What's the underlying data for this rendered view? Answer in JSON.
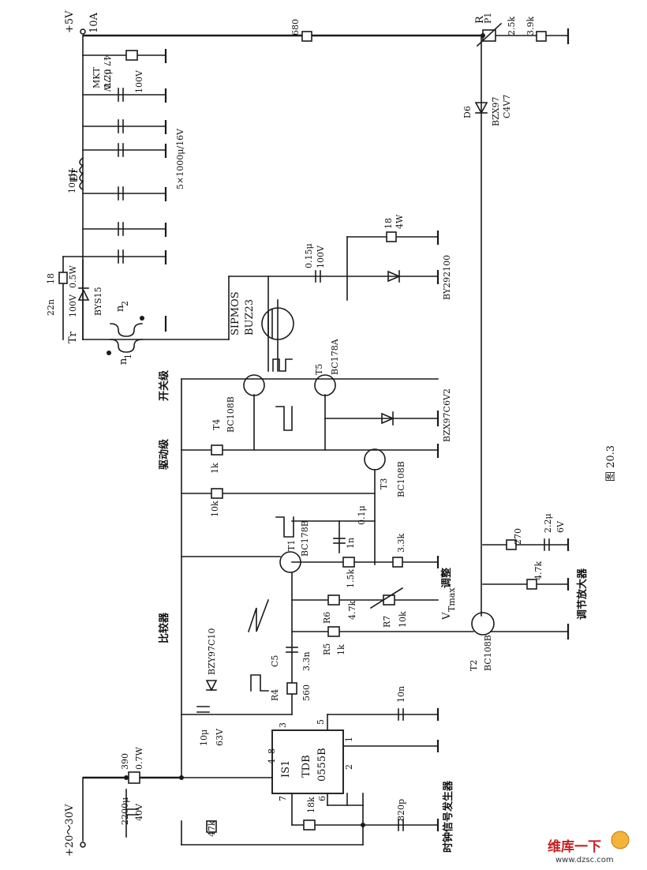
{
  "supply": {
    "plus5v": "+5V",
    "current_10a": "10A",
    "plus_in": "+20～30V"
  },
  "components": {
    "r680": "680",
    "rp1": "R",
    "rp1_sub": "P1",
    "rp1_val": "2.5k",
    "r3k9": "3.9k",
    "r47": "47  0.7W",
    "mkt": "MKT",
    "c2u2": "2.2μ",
    "c2u2_v": "100V",
    "dr": "Dr",
    "dr_val": "10μH",
    "cbank": "5×1000μ/16V",
    "d6": "D6",
    "d6_type": "BZX97",
    "d6_val": "C4V7",
    "c015": "0.15μ",
    "c015_v": "100V",
    "r18w": "18",
    "r18w_p": "4W",
    "bypass_d": "BY292100",
    "r18": "18",
    "c22n": "22n",
    "c22n_v": "100V",
    "r05w": "0.5W",
    "bys15": "BYS15",
    "tr": "Tr",
    "n1": "n",
    "n1_sub": "1",
    "n2": "n",
    "n2_sub": "2",
    "sipmos": "SIPMOS",
    "bu223": "BUZ23",
    "t5": "T5",
    "t5_type": "BC178A",
    "t4": "T4",
    "t4_type": "BC108B",
    "kaiguan": "开关级",
    "zener_drv": "BZX97C6V2",
    "qudong": "驱动级",
    "r1k": "1k",
    "t3": "T3",
    "t3_type": "BC108B",
    "r10k": "10k",
    "c01": "0.1μ",
    "t1": "T1",
    "t1_type": "BC178B",
    "c1n": "1n",
    "r33k": "3.3k",
    "r15k": "1.5k",
    "tiaozheng": "调整",
    "vtmax": "V",
    "vtmax_sub": "Tmax",
    "r6": "R6",
    "r6_val": "4.7k",
    "r7": "R7",
    "r7_val": "10k",
    "r5": "R5",
    "r5_val": "1k",
    "c5": "C5",
    "c5_val": "3.3n",
    "bijiao": "比较器",
    "zener_cmp": "BZY97C10",
    "r4": "R4",
    "r4_val": "560",
    "c10u": "10μ",
    "c10u_v": "63V",
    "c10n": "10n",
    "r390": "390",
    "r390_p": "0.7W",
    "c2200": "2200μ",
    "c2200_v": "40V",
    "is1": "IS1",
    "tdb": "TDB",
    "ic": "0555B",
    "pin3": "3",
    "pin5": "5",
    "pin4": "4",
    "pin8": "8",
    "pin1": "1",
    "pin7": "7",
    "pin6": "6",
    "pin2": "2",
    "r18k": "18k",
    "c820p": "820p",
    "r47k": "47k",
    "shizhong": "时钟信号发生器",
    "t2": "T2",
    "t2_type": "BC108B",
    "r270": "270",
    "c22u6v": "2.2μ",
    "c22u6v_v": "6V",
    "r4k7b": "4.7k",
    "tiaojie": "调节放大器",
    "figure": "图 20.3"
  },
  "watermark": {
    "brand": "维库一下",
    "site": "www.dzsc.com"
  }
}
